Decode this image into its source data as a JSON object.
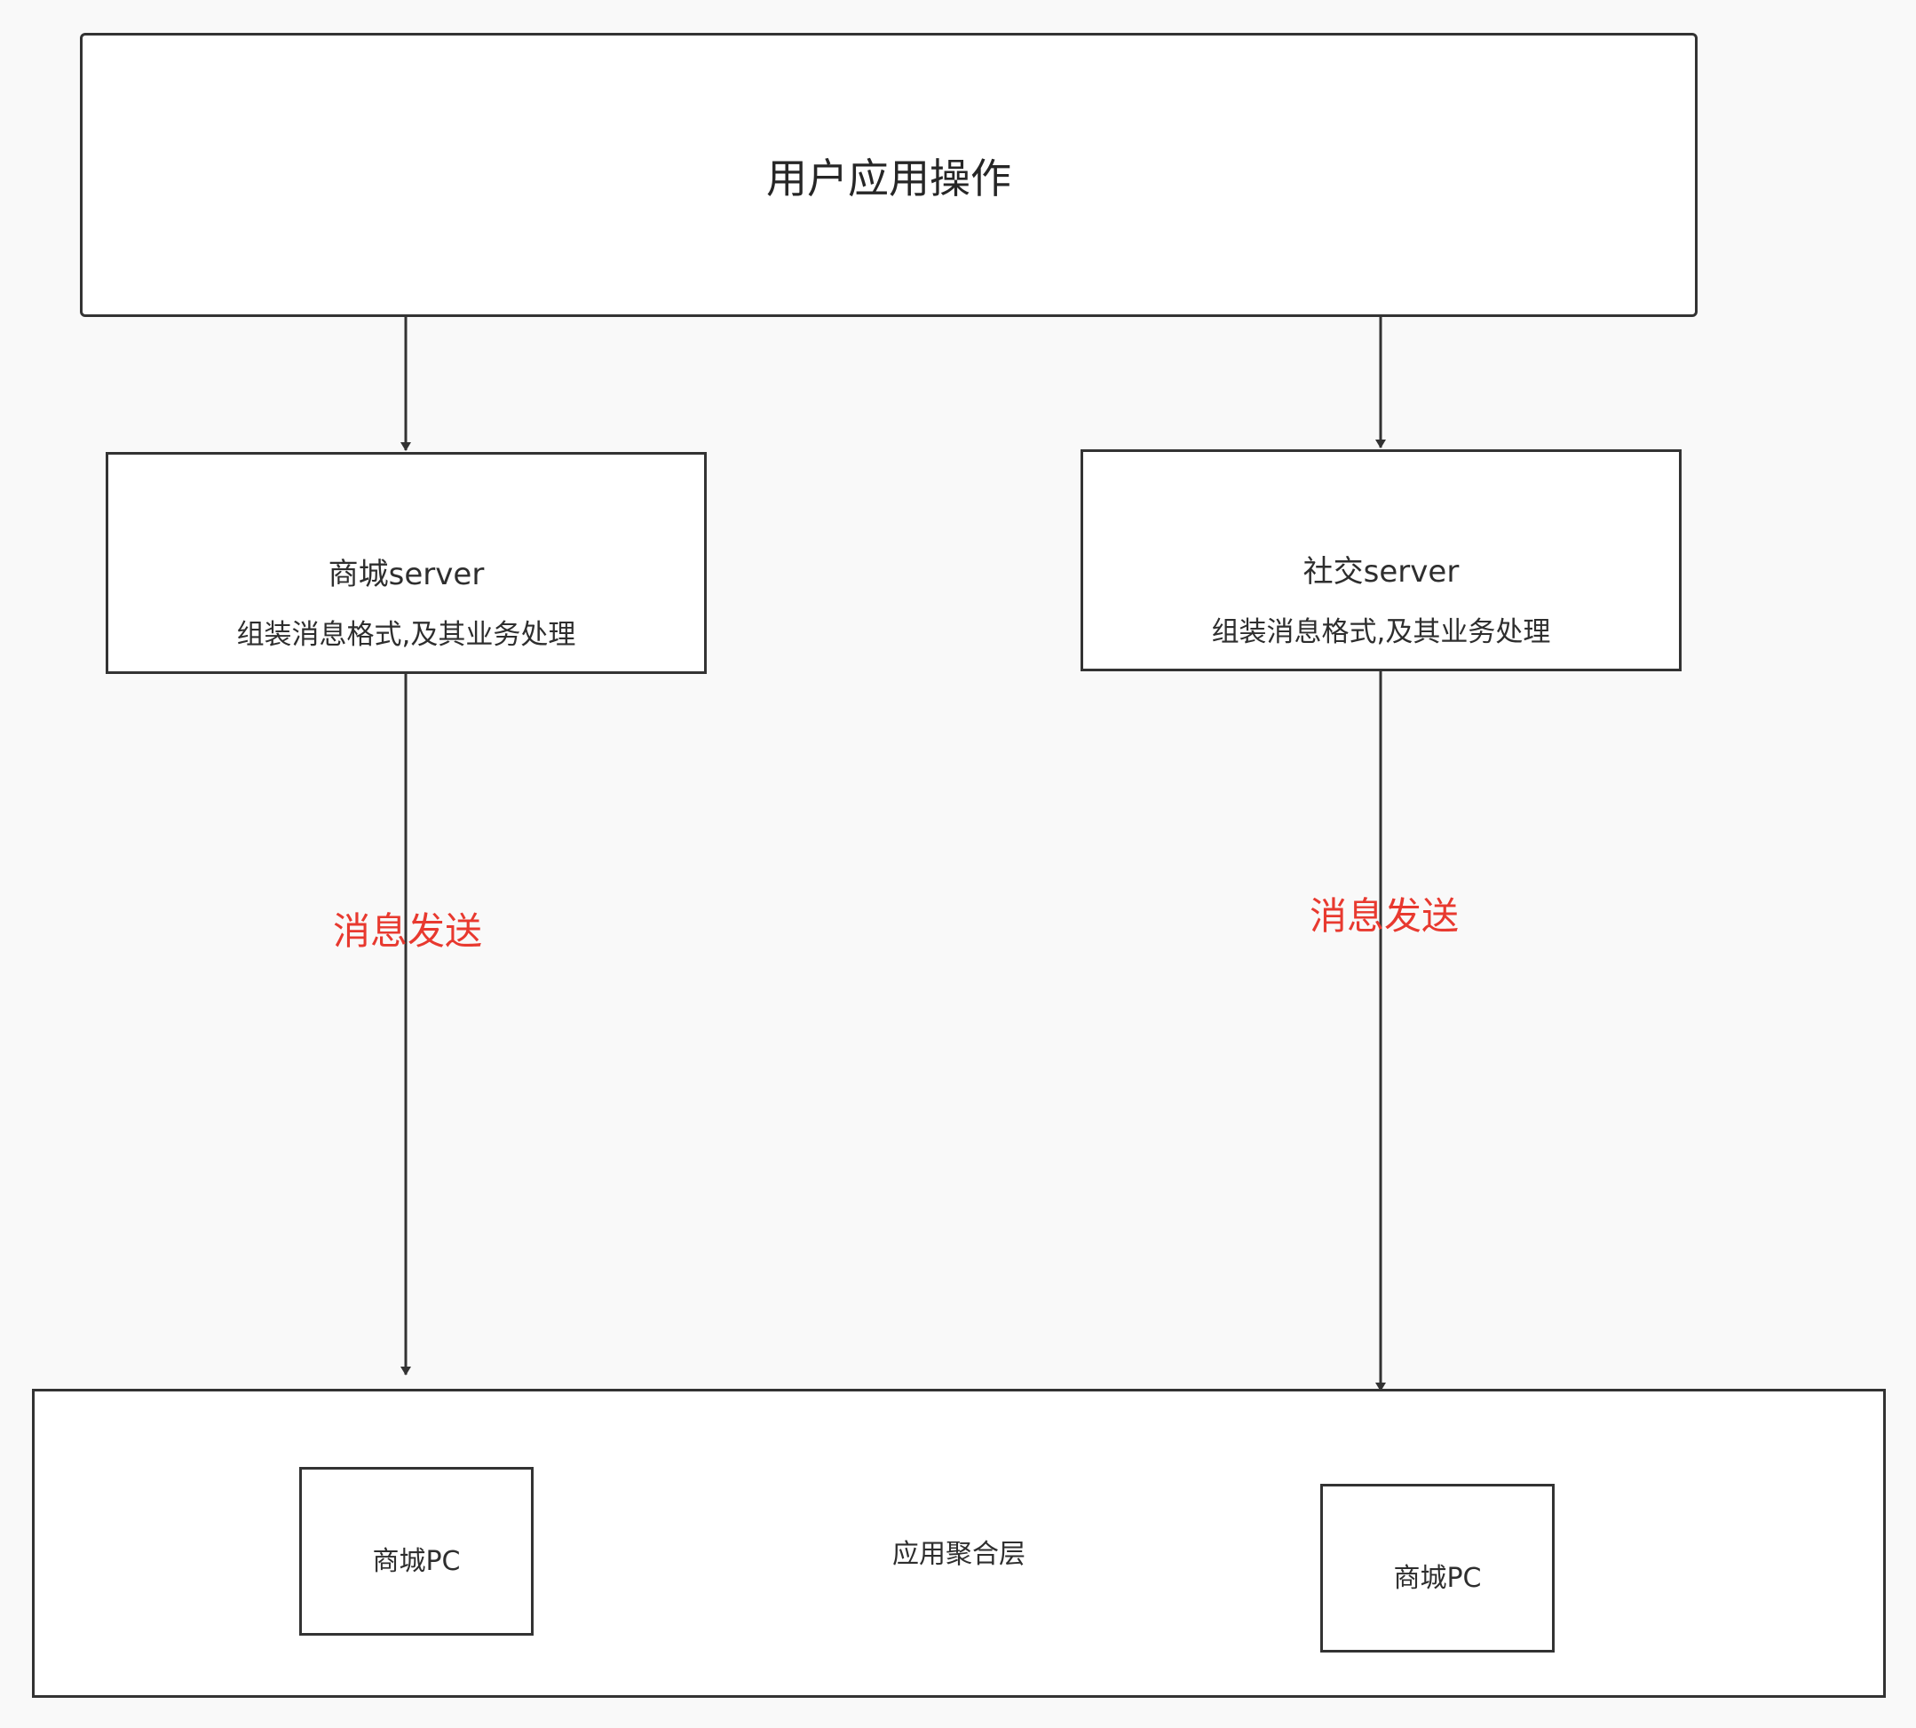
{
  "top": {
    "title": "用户应用操作"
  },
  "servers": [
    {
      "title": "商城server",
      "description": "组装消息格式,及其业务处理"
    },
    {
      "title": "社交server",
      "description": "组装消息格式,及其业务处理"
    }
  ],
  "edges": [
    {
      "label": "消息发送"
    },
    {
      "label": "消息发送"
    }
  ],
  "aggregation": {
    "label": "应用聚合层",
    "clients": [
      {
        "label": "商城PC"
      },
      {
        "label": "商城PC"
      }
    ]
  },
  "colors": {
    "background": "#f9f9f9",
    "box_fill": "#ffffff",
    "stroke": "#333333",
    "edge_label": "#e8392f"
  }
}
